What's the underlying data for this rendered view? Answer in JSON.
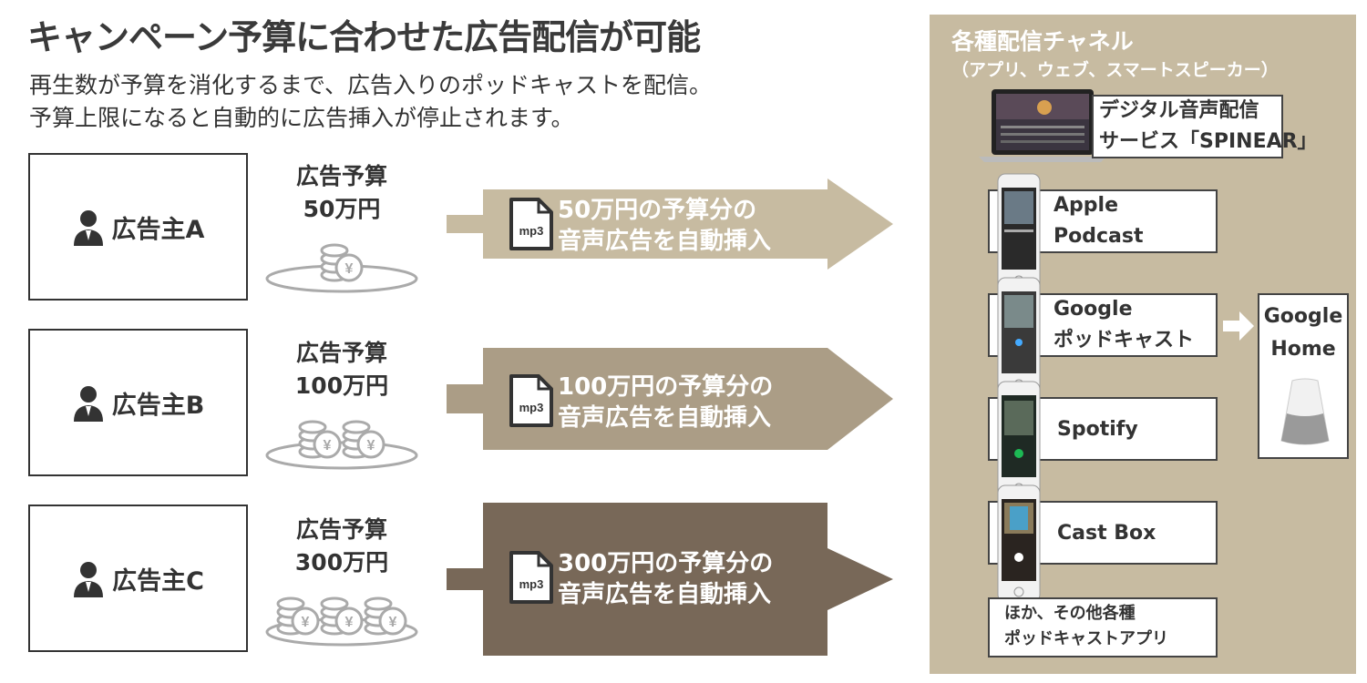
{
  "title": "キャンペーン予算に合わせた広告配信が可能",
  "subtitle_lines": [
    "再生数が予算を消化するまで、広告入りのポッドキャストを配信。",
    "予算上限になると自動的に広告挿入が停止されます。"
  ],
  "advertisers": [
    {
      "label": "広告主A",
      "budget_title": "広告予算",
      "budget_amount": "50万円",
      "coins": 1,
      "arrow_color": "#c7bba1",
      "arrow_line1": "50万円の予算分の",
      "arrow_line2": "音声広告を自動挿入"
    },
    {
      "label": "広告主B",
      "budget_title": "広告予算",
      "budget_amount": "100万円",
      "coins": 2,
      "arrow_color": "#ab9d86",
      "arrow_line1": "100万円の予算分の",
      "arrow_line2": "音声広告を自動挿入"
    },
    {
      "label": "広告主C",
      "budget_title": "広告予算",
      "budget_amount": "300万円",
      "coins": 3,
      "arrow_color": "#786858",
      "arrow_line1": "300万円の予算分の",
      "arrow_line2": "音声広告を自動挿入"
    }
  ],
  "mp3_label": "mp3",
  "coin_symbol": "¥",
  "channels": {
    "title": "各種配信チャネル",
    "subtitle": "（アプリ、ウェブ、スマートスピーカー）",
    "spinear": {
      "line1": "デジタル音声配信",
      "line2": "サービス「SPINEAR」"
    },
    "apple": {
      "line1": "Apple",
      "line2": "Podcast"
    },
    "google": {
      "line1": "Google",
      "line2": "ポッドキャスト"
    },
    "spotify": {
      "label": "Spotify"
    },
    "castbox": {
      "label": "Cast Box"
    },
    "others": {
      "line1": "ほか、その他各種",
      "line2": "ポッドキャストアプリ"
    },
    "google_home": {
      "line1": "Google",
      "line2": "Home"
    }
  },
  "colors": {
    "panel": "#c7bba1",
    "text": "#333333"
  }
}
